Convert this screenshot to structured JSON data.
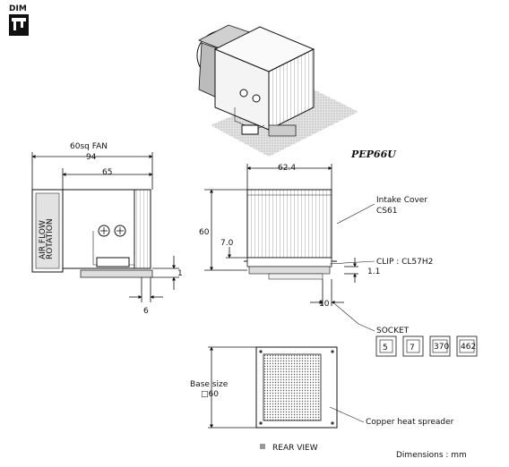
{
  "badge": {
    "label": "DIM"
  },
  "model": "PEP66U",
  "side_view": {
    "dim_fan": "60sq FAN",
    "dim_total": "94",
    "dim_body": "65",
    "dim_bottom": "1",
    "dim_offset": "6",
    "fan_label_1": "AIR FLOW",
    "fan_label_2": "ROTATION"
  },
  "front_view": {
    "dim_width": "62.4",
    "dim_height": "60",
    "dim_lower": "7.0",
    "dim_clip_gap": "1.1",
    "dim_ten": "10",
    "callout_intake_1": "Intake Cover",
    "callout_intake_2": "CS61",
    "callout_clip": "CLIP : CL57H2",
    "callout_socket": "SOCKET",
    "socket_icons": [
      "5",
      "7",
      "370",
      "462"
    ]
  },
  "rear_view": {
    "base_label_1": "Base size",
    "base_label_2": "□60",
    "callout_copper": "Copper heat spreader",
    "title": "REAR VIEW"
  },
  "units": "Dimensions : mm"
}
